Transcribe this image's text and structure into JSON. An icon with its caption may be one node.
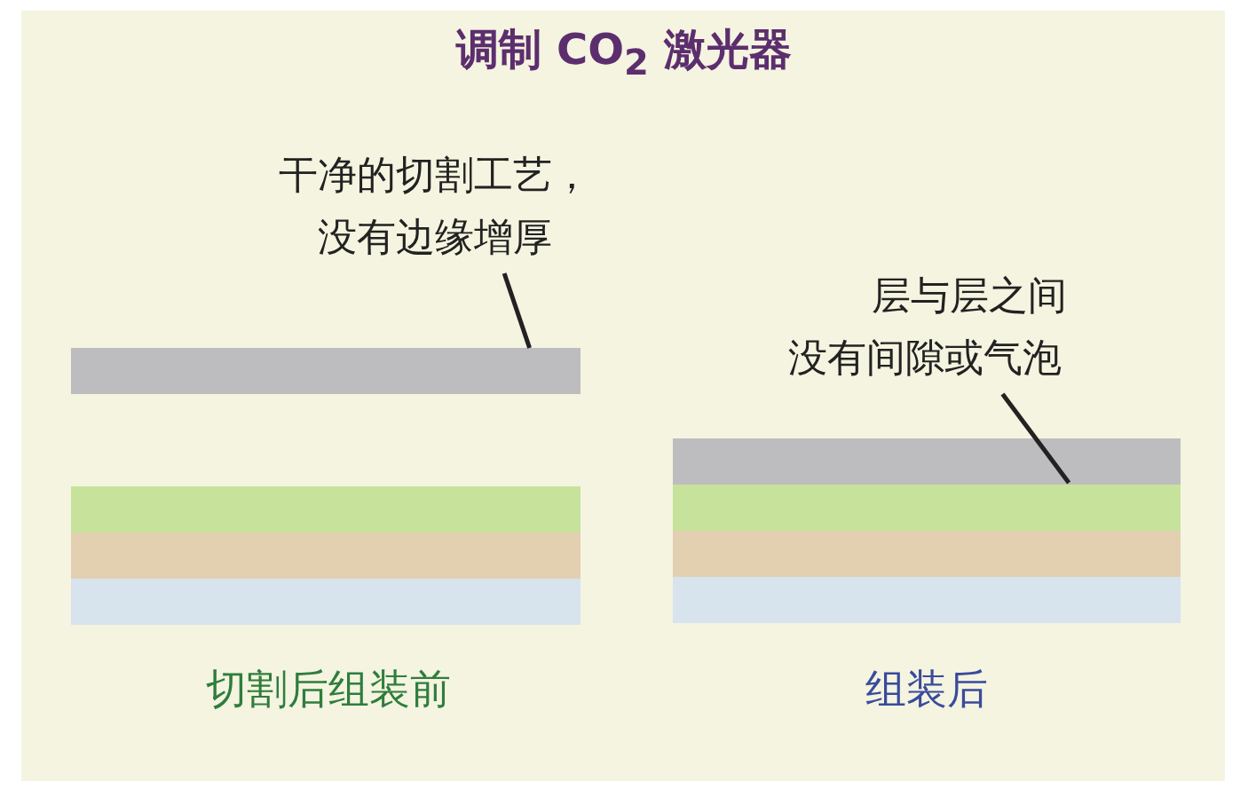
{
  "diagram": {
    "title": "调制 CO$_{2}$ 激光器",
    "nodes": [
      {
        "text": [
          "干净的切割工艺，没有边缘增厚"
        ]
      },
      {
        "text": [],
        "shape": "bar"
      },
      {
        "text": [],
        "shape": "bar"
      },
      {
        "text": [],
        "shape": "bar"
      },
      {
        "text": [],
        "shape": "bar"
      },
      {
        "text": [
          "层与层之间没有间隙或气泡"
        ]
      },
      {
        "text": [],
        "shape": "bar"
      },
      {
        "text": [],
        "shape": "bar"
      },
      {
        "text": [],
        "shape": "bar"
      },
      {
        "text": [],
        "shape": "bar"
      }
    ],
    "edges": [
      {
        "from": 0,
        "to": 1,
        "arrow": "none"
      },
      {
        "from": 5,
        "to": 6,
        "arrow": "none"
      }
    ],
    "labels": [
      "切割后组装前",
      "组装后"
    ]
  }
}
